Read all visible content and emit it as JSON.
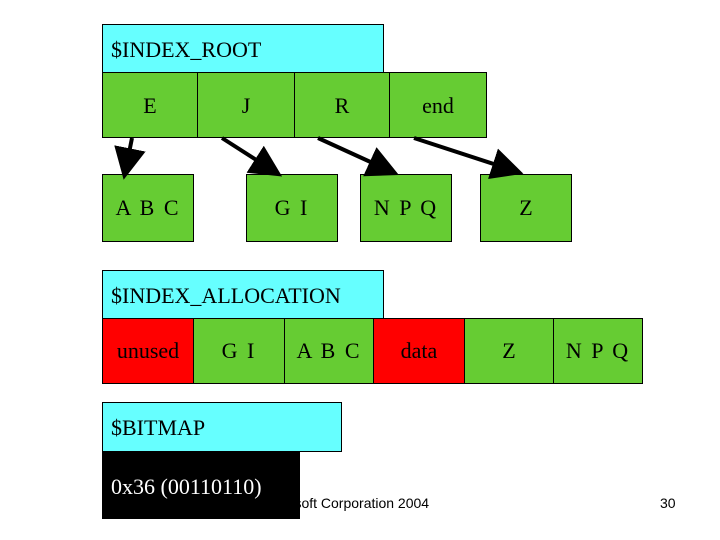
{
  "index_root": {
    "title": "$INDEX_ROOT",
    "entries": [
      "E",
      "J",
      "R",
      "end"
    ]
  },
  "child_nodes": [
    "A B C",
    "G I",
    "N P Q",
    "Z"
  ],
  "index_allocation": {
    "title": "$INDEX_ALLOCATION",
    "blocks": [
      "unused",
      "G I",
      "A B C",
      "data",
      "Z",
      "N P Q"
    ]
  },
  "bitmap": {
    "title": "$BITMAP",
    "value": "0x36 (00110110)"
  },
  "footer": {
    "copyright": "Microsoft Corporation 2004",
    "page_number": "30"
  },
  "colors": {
    "header": "#66ffff",
    "entry": "#66cc33",
    "unused": "#ff0000",
    "bitmap": "#000000"
  }
}
